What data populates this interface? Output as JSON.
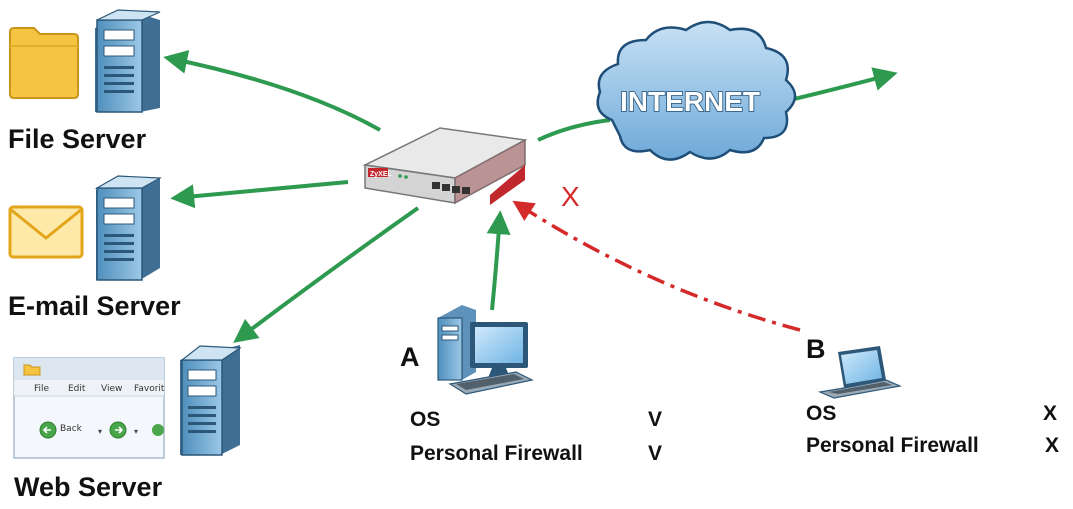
{
  "servers": {
    "file_label": "File Server",
    "email_label": "E-mail Server",
    "web_label": "Web Server"
  },
  "router": {
    "brand": "ZyXEL"
  },
  "cloud": {
    "label": "INTERNET"
  },
  "blocked_mark": "X",
  "browser": {
    "menu": [
      "File",
      "Edit",
      "View",
      "Favorit"
    ],
    "back_label": "Back"
  },
  "client_a": {
    "letter": "A",
    "rows": [
      {
        "label": "OS",
        "value": "V"
      },
      {
        "label": "Personal Firewall",
        "value": "V"
      }
    ]
  },
  "client_b": {
    "letter": "B",
    "rows": [
      {
        "label": "OS",
        "value": "X"
      },
      {
        "label": "Personal Firewall",
        "value": "X"
      }
    ]
  },
  "colors": {
    "allowed": "#2e9a50",
    "blocked": "#d42a2a",
    "server": "#6ea7cc",
    "folder": "#f5c542",
    "cloud": "#7fb6e0",
    "router_red": "#c0282d"
  }
}
